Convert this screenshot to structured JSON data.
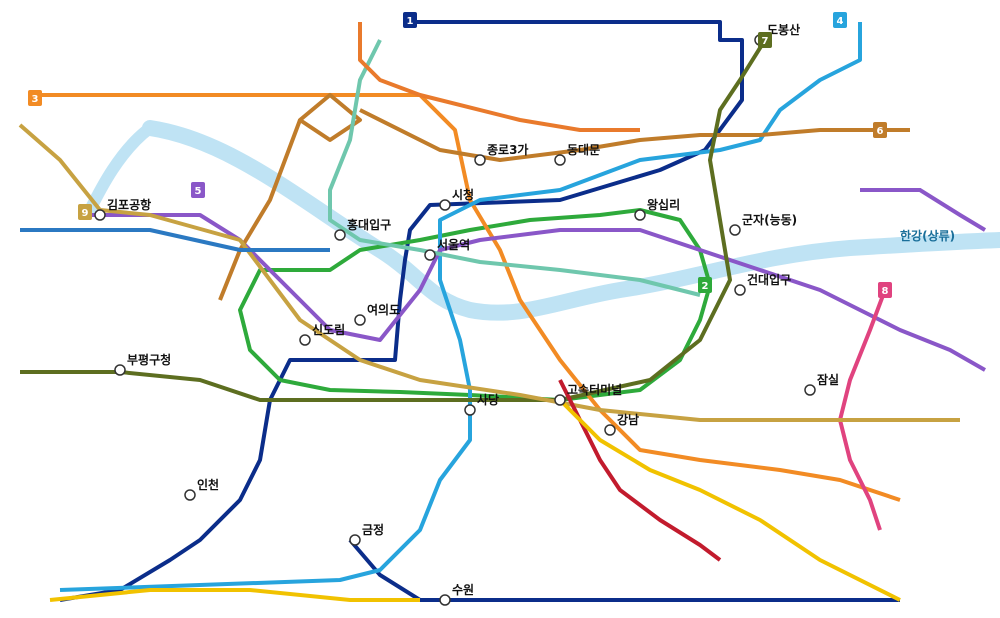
{
  "map": {
    "river_label": "한강(상류)",
    "colors": {
      "line1": "#0b2d8a",
      "line2": "#2eaa3b",
      "line3": "#f28b24",
      "line4": "#27a4dd",
      "line5": "#8a57c8",
      "line6": "#c07c2a",
      "line7": "#5d6e20",
      "line8": "#e0437f",
      "line9": "#c7a242",
      "shinbundang": "#c21b2d",
      "gyeongui": "#6fc7ad",
      "ujeon": "#e97a2c",
      "airport": "#2b79c2",
      "river": "#bfe3f4"
    },
    "line_badges": [
      {
        "text": "1",
        "color": "#0b2d8a"
      },
      {
        "text": "2",
        "color": "#2eaa3b"
      },
      {
        "text": "3",
        "color": "#f28b24"
      },
      {
        "text": "4",
        "color": "#27a4dd"
      },
      {
        "text": "5",
        "color": "#8a57c8"
      },
      {
        "text": "6",
        "color": "#c07c2a"
      },
      {
        "text": "7",
        "color": "#5d6e20"
      },
      {
        "text": "8",
        "color": "#e0437f"
      },
      {
        "text": "9",
        "color": "#c7a242"
      }
    ],
    "hubs": [
      {
        "id": "seoul",
        "label": "서울역"
      },
      {
        "id": "city-hall",
        "label": "시청"
      },
      {
        "id": "jongno3",
        "label": "종로3가"
      },
      {
        "id": "dongdaemun",
        "label": "동대문"
      },
      {
        "id": "wangsimni",
        "label": "왕십리"
      },
      {
        "id": "gangnam",
        "label": "강남"
      },
      {
        "id": "sadang",
        "label": "사당"
      },
      {
        "id": "sindorim",
        "label": "신도림"
      },
      {
        "id": "yeouido",
        "label": "여의도"
      },
      {
        "id": "hongdae",
        "label": "홍대입구"
      },
      {
        "id": "express-bus",
        "label": "고속터미널"
      },
      {
        "id": "jamsil",
        "label": "잠실"
      },
      {
        "id": "geumjeong",
        "label": "금정"
      },
      {
        "id": "suwon",
        "label": "수원"
      },
      {
        "id": "bupyeong",
        "label": "부평구청"
      },
      {
        "id": "gimpo",
        "label": "김포공항"
      },
      {
        "id": "incheon",
        "label": "인천"
      },
      {
        "id": "dobongsan",
        "label": "도봉산"
      },
      {
        "id": "gunja",
        "label": "군자(능동)"
      },
      {
        "id": "konkuk",
        "label": "건대입구"
      }
    ]
  }
}
